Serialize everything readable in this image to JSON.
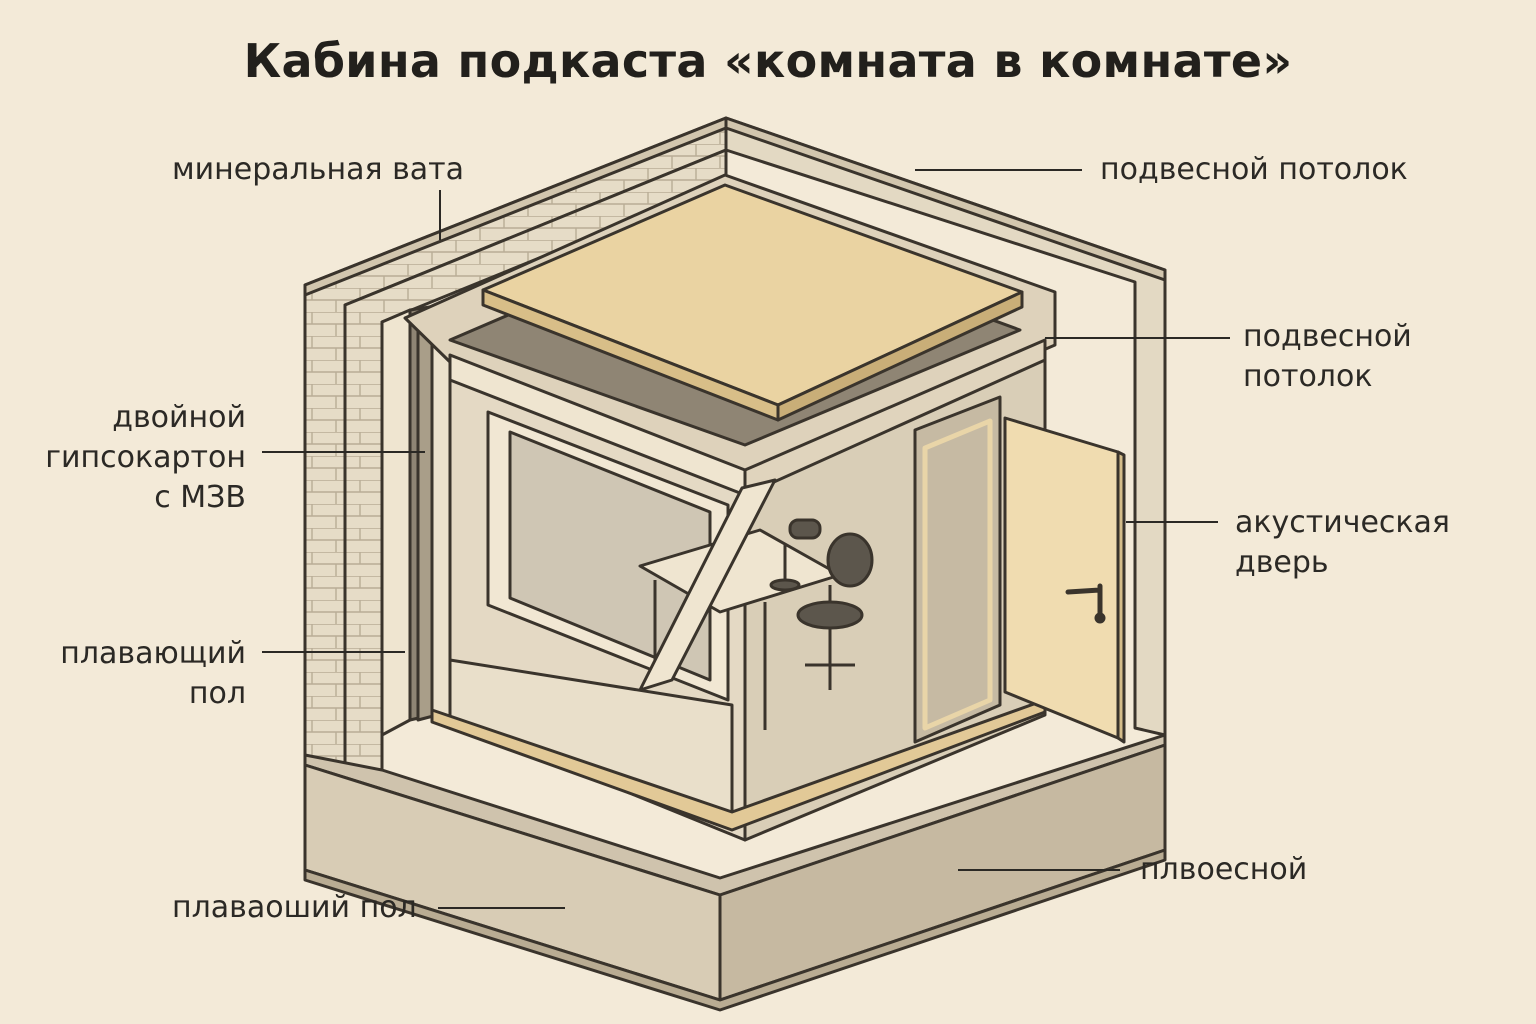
{
  "diagram": {
    "title": "Кабина подкаста «комната в комнате»",
    "labels": {
      "mineral_wool": "минеральная вата",
      "suspended_ceiling_top": "подвесной потолок",
      "suspended_ceiling_inner": [
        "подвесной",
        "потолок"
      ],
      "double_drywall": [
        "двойной",
        "гипсокартон",
        "с МЗВ"
      ],
      "acoustic_door": [
        "акустическая",
        "дверь"
      ],
      "floating_floor_left": [
        "плавающий",
        "пол"
      ],
      "floor_right": "плвоесной",
      "floating_floor_bottom": "плаваоший пол"
    }
  },
  "colors": {
    "background": "#f3ead8",
    "outer_wall": "#e6dcc7",
    "outer_wall_edge": "#d2c6ae",
    "brick_line": "#b9ad96",
    "ceiling_panel": "#ead3a2",
    "inner_panel": "#e2d6bf",
    "cavity": "#a99e89",
    "floor": "#cfc3ad",
    "door": "#f0dcb0",
    "outline": "#3a342c",
    "label_text": "#2b2925"
  }
}
